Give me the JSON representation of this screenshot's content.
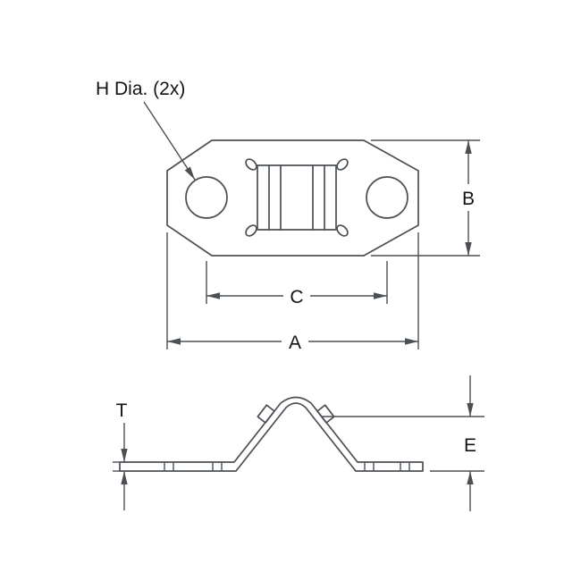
{
  "drawing": {
    "labels": {
      "hole_callout": "H Dia. (2x)",
      "dim_a": "A",
      "dim_b": "B",
      "dim_c": "C",
      "dim_t": "T",
      "dim_e": "E"
    },
    "colors": {
      "line": "#4b5055",
      "text": "#141414",
      "background": "#ffffff"
    }
  }
}
